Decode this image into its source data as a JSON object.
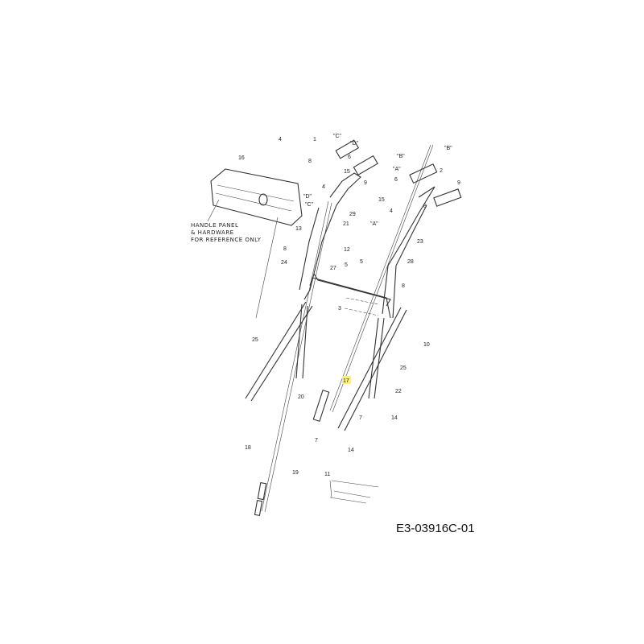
{
  "diagram_code": "E3-03916C-01",
  "note_lines": [
    "HANDLE PANEL",
    "& HARDWARE",
    "FOR REFERENCE ONLY"
  ],
  "highlight_color": "#fff07a",
  "highlighted_part": "17",
  "callouts": [
    {
      "id": "c1",
      "text": "4"
    },
    {
      "id": "c2",
      "text": "16"
    },
    {
      "id": "c3",
      "text": "1"
    },
    {
      "id": "c4",
      "text": "\"C\""
    },
    {
      "id": "c5",
      "text": "\"D\""
    },
    {
      "id": "c6",
      "text": "8"
    },
    {
      "id": "c7",
      "text": "6"
    },
    {
      "id": "c8",
      "text": "15"
    },
    {
      "id": "c9",
      "text": "9"
    },
    {
      "id": "c10",
      "text": "4"
    },
    {
      "id": "c11",
      "text": "\"D\""
    },
    {
      "id": "c12",
      "text": "\"C\""
    },
    {
      "id": "c13",
      "text": "29"
    },
    {
      "id": "c14",
      "text": "13"
    },
    {
      "id": "c15",
      "text": "21"
    },
    {
      "id": "c16",
      "text": "\"A\""
    },
    {
      "id": "c17",
      "text": "12"
    },
    {
      "id": "c18",
      "text": "8"
    },
    {
      "id": "c19",
      "text": "24"
    },
    {
      "id": "c20",
      "text": "27"
    },
    {
      "id": "c21",
      "text": "5"
    },
    {
      "id": "c22",
      "text": "5"
    },
    {
      "id": "c23",
      "text": "28"
    },
    {
      "id": "c24",
      "text": "23"
    },
    {
      "id": "c25",
      "text": "8"
    },
    {
      "id": "c26",
      "text": "4"
    },
    {
      "id": "c27",
      "text": "15"
    },
    {
      "id": "c28",
      "text": "6"
    },
    {
      "id": "c29",
      "text": "8"
    },
    {
      "id": "c30",
      "text": "2"
    },
    {
      "id": "c31",
      "text": "9"
    },
    {
      "id": "c32",
      "text": "\"B\""
    },
    {
      "id": "c33",
      "text": "\"B\""
    },
    {
      "id": "c34",
      "text": "\"A\""
    },
    {
      "id": "c35",
      "text": "3"
    },
    {
      "id": "c36",
      "text": "10"
    },
    {
      "id": "c37",
      "text": "25"
    },
    {
      "id": "c38",
      "text": "25"
    },
    {
      "id": "c39",
      "text": "22"
    },
    {
      "id": "c40",
      "text": "17"
    },
    {
      "id": "c41",
      "text": "20"
    },
    {
      "id": "c42",
      "text": "7"
    },
    {
      "id": "c43",
      "text": "14"
    },
    {
      "id": "c44",
      "text": "7"
    },
    {
      "id": "c45",
      "text": "14"
    },
    {
      "id": "c46",
      "text": "18"
    },
    {
      "id": "c47",
      "text": "19"
    },
    {
      "id": "c48",
      "text": "11"
    }
  ]
}
